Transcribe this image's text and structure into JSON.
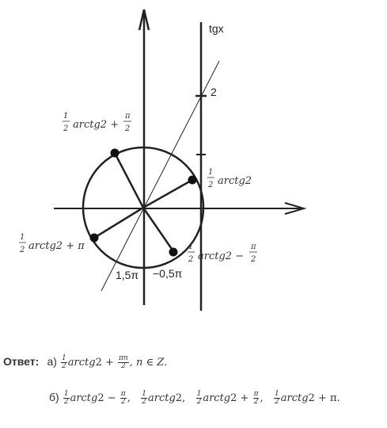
{
  "diagram": {
    "tg_axis_label": "tgx",
    "tick_value_label": "2",
    "label_top_left": "1/2 arctg2 + π/2",
    "label_right": "1/2 arctg2",
    "label_left_bottom": "1/2 arctg2 + π",
    "label_bottom_right": "1/2 arctg2 − π/2",
    "angle_label_1": "1,5π",
    "angle_label_2": "−0,5π"
  },
  "answer": {
    "title": "Ответ:",
    "part_a_prefix": "а)",
    "part_a_text": "1/2 arctg2 + πn/2, n ∈ Z.",
    "part_b_prefix": "б)",
    "part_b_text": "1/2 arctg2 − π/2,  1/2 arctg2,  1/2 arctg2 + π/2,  1/2 arctg2 + π."
  }
}
